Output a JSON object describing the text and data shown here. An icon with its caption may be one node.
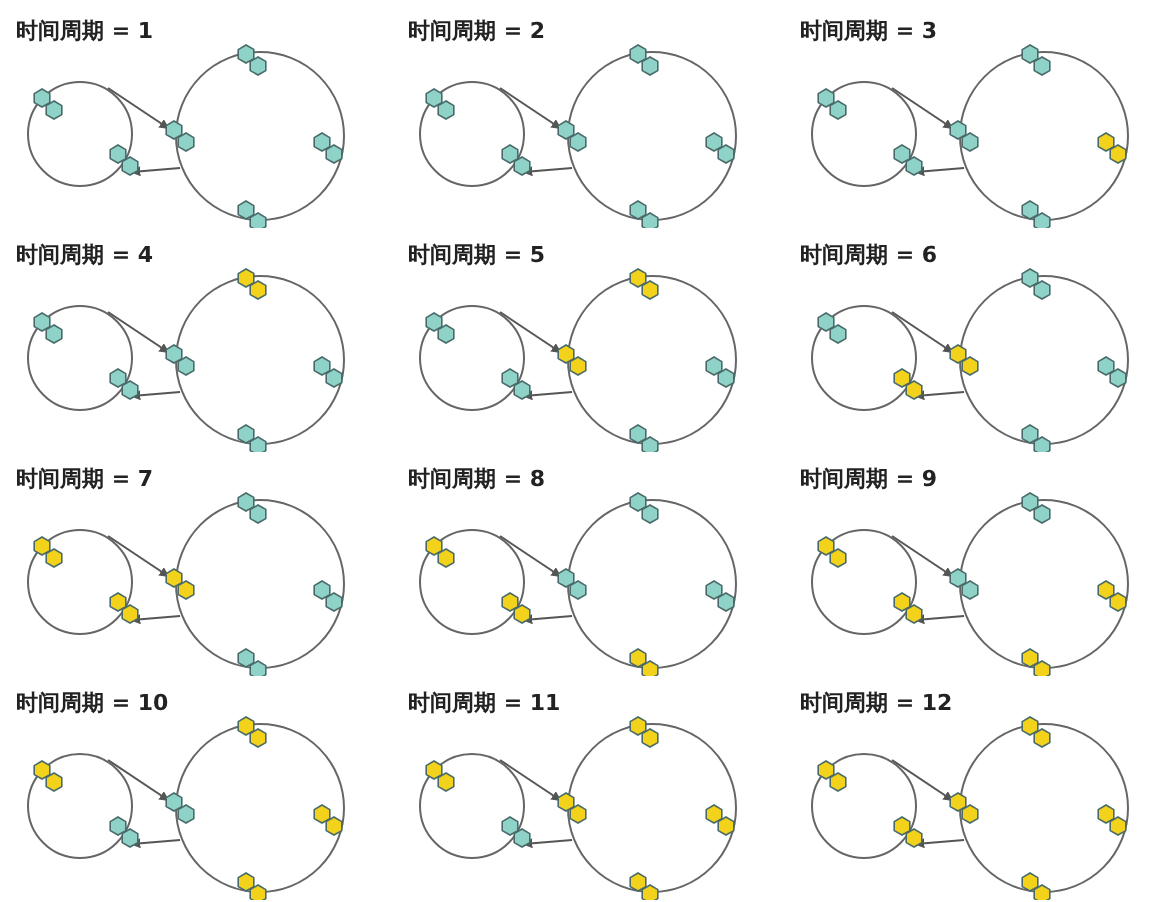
{
  "diagram": {
    "labels": [
      "时间周期 = 1",
      "时间周期 = 2",
      "时间周期 = 3",
      "时间周期 = 4",
      "时间周期 = 5",
      "时间周期 = 6",
      "时间周期 = 7",
      "时间周期 = 8",
      "时间周期 = 9",
      "时间周期 = 10",
      "时间周期 = 11",
      "时间周期 = 12"
    ]
  }
}
